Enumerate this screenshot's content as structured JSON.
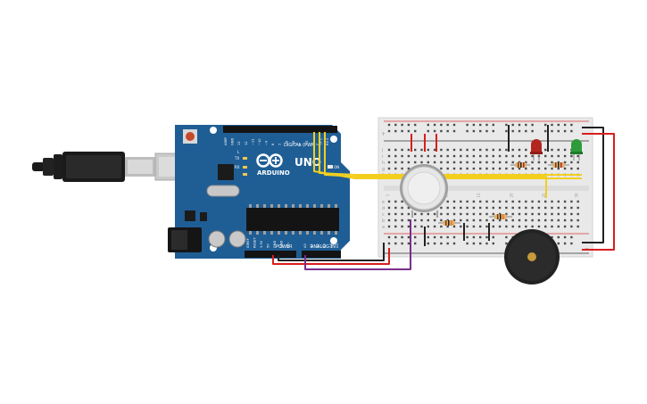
{
  "board": {
    "brand": "ARDUINO",
    "model": "UNO",
    "digital_label": "DIGITAL (PWM~)",
    "power_label": "POWER",
    "analog_label": "ANALOG IN",
    "on_label": "ON",
    "tx_label": "TX",
    "rx_label": "RX",
    "l_label": "L",
    "digital_pins": [
      "AREF",
      "GND",
      "13",
      "12",
      "~11",
      "~10",
      "~9",
      "8",
      "7",
      "~6",
      "~5",
      "4",
      "~3",
      "2",
      "TX 1",
      "RX 0"
    ],
    "power_pins": [
      "IOREF",
      "RESET",
      "3.3V",
      "5V",
      "GND",
      "GND",
      "Vin"
    ],
    "analog_pins": [
      "A0",
      "A1",
      "A2",
      "A3",
      "A4",
      "A5"
    ]
  },
  "breadboard": {
    "rows_top": [
      "j",
      "i",
      "h",
      "g",
      "f"
    ],
    "rows_bottom": [
      "e",
      "d",
      "c",
      "b",
      "a"
    ],
    "columns_visible": [
      "1",
      "5",
      "10",
      "15",
      "20",
      "25",
      "30"
    ],
    "plus": "+",
    "minus": "−"
  },
  "components": [
    {
      "name": "usb-cable",
      "kind": "cable"
    },
    {
      "name": "gas-sensor",
      "kind": "sensor"
    },
    {
      "name": "red-led",
      "kind": "led",
      "color": "#b3261e"
    },
    {
      "name": "green-led",
      "kind": "led",
      "color": "#2e9b3b"
    },
    {
      "name": "piezo-buzzer",
      "kind": "buzzer"
    },
    {
      "name": "resistor",
      "kind": "resistor"
    }
  ],
  "colors": {
    "board": "#1f5e95",
    "wire_yellow": "#f2cf1f",
    "wire_red": "#d81e1e",
    "wire_black": "#222222",
    "wire_purple": "#7a2e8e",
    "breadboard": "#e9e9e9"
  }
}
